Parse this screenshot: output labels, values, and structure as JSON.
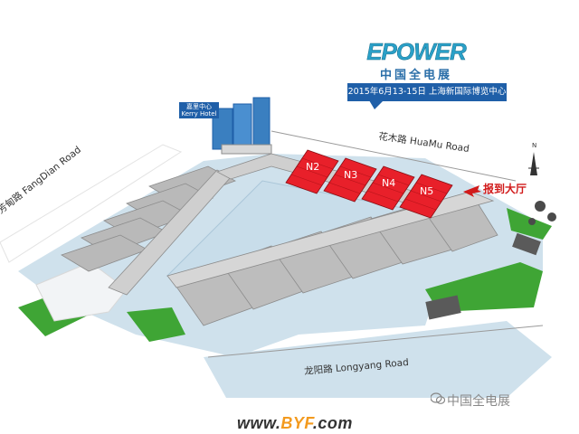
{
  "logo": {
    "brand": "EPOWER",
    "subtitle": "中国全电展"
  },
  "event_banner": "2015年6月13-15日 上海新国际博览中心",
  "roads": {
    "huamu": "花木路 HuaMu Road",
    "fangdian": "芳甸路 FangDian Road",
    "longyang": "龙阳路 Longyang Road"
  },
  "hotel": {
    "name_cn": "嘉里中心",
    "name_en": "Kerry Hotel"
  },
  "halls": {
    "highlighted": [
      "N2",
      "N3",
      "N4",
      "N5"
    ],
    "highlight_color": "#e8202a"
  },
  "report_hall_label": "报到大厅",
  "compass_label": "N",
  "watermark": "中国全电展",
  "website": {
    "prefix": "www.",
    "highlight": "BYF",
    "suffix": ".com"
  },
  "colors": {
    "water": "#c8ddea",
    "grass": "#3fa535",
    "building": "#b9b9b9",
    "roof": "#d6d6d6",
    "highlight": "#e8202a",
    "banner": "#1f5fa8"
  }
}
